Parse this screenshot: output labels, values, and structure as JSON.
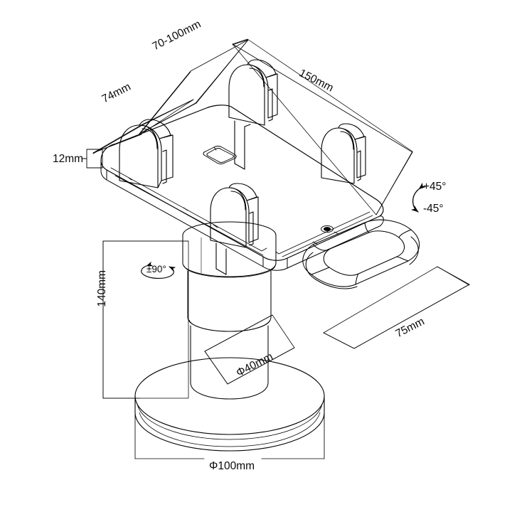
{
  "drawing": {
    "title": "POS terminal / tablet desk mount stand — isometric dimensioned technical line drawing",
    "view": "isometric",
    "line_color": "#000000",
    "background_color": "#ffffff",
    "units": "mm"
  },
  "dimensions": {
    "clamp_width_range": "70-100mm",
    "plate_depth": "74mm",
    "plate_length": "150mm",
    "plate_thickness": "12mm",
    "column_height": "140mm",
    "column_diameter": "Φ40mm",
    "base_diameter": "Φ100mm",
    "loop_size": "75mm"
  },
  "rotation_labels": {
    "tilt_up": "+45°",
    "tilt_down": "-45°",
    "swivel": "±90°"
  },
  "parts": [
    {
      "name": "top-plate",
      "note": "rounded rectangular mounting platform, isometric"
    },
    {
      "name": "clip-back-left",
      "note": "rounded arch retaining tab"
    },
    {
      "name": "clip-back-right",
      "note": "rounded arch retaining tab"
    },
    {
      "name": "clip-front-left",
      "note": "rounded arch retaining tab"
    },
    {
      "name": "clip-front-right",
      "note": "rounded arch retaining tab"
    },
    {
      "name": "center-slot",
      "note": "small recessed rounded-rectangle slot on plate face"
    },
    {
      "name": "locking-screw",
      "note": "small circular screw head near plate corner"
    },
    {
      "name": "cable-loop",
      "note": "stadium / pill shaped ring handle"
    },
    {
      "name": "column",
      "note": "telescoping cylindrical pole with segment rings"
    },
    {
      "name": "base-disc",
      "note": "circular weighted base plate"
    }
  ]
}
